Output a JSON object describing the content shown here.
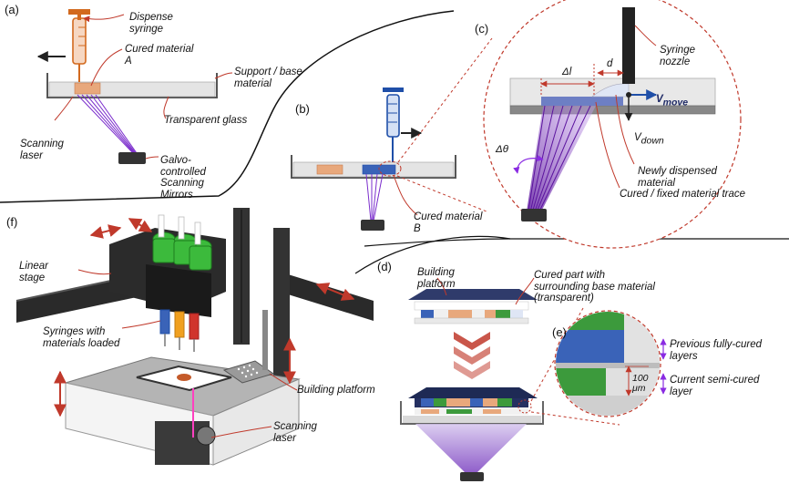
{
  "panels": {
    "a": "(a)",
    "b": "(b)",
    "c": "(c)",
    "d": "(d)",
    "e": "(e)",
    "f": "(f)"
  },
  "panel_a": {
    "dispense_syringe": "Dispense\nsyringe",
    "cured_material_a": "Cured material\nA",
    "support_base": "Support / base\nmaterial",
    "transparent_glass": "Transparent glass",
    "scanning_laser": "Scanning\nlaser",
    "galvo": "Galvo-\ncontrolled\nScanning\nMirrors"
  },
  "panel_b": {
    "cured_material_b": "Cured material\nB"
  },
  "panel_c": {
    "syringe_nozzle": "Syringe\nnozzle",
    "delta_l": "Δl",
    "d": "d",
    "v_move": "V",
    "v_move_sub": "move",
    "v_down": "V",
    "v_down_sub": "down",
    "delta_theta": "Δθ",
    "newly_dispensed": "Newly dispensed\nmaterial",
    "cured_trace": "Cured / fixed material trace"
  },
  "panel_d": {
    "building_platform": "Building\nplatform",
    "cured_part": "Cured part with\nsurrounding base material\n(transparent)"
  },
  "panel_e": {
    "previous_layers": "Previous fully-cured\nlayers",
    "current_layer": "Current semi-cured\nlayer",
    "thickness": "100\nμm"
  },
  "panel_f": {
    "linear_stage": "Linear\nstage",
    "syringes_loaded": "Syringes with\nmaterials loaded",
    "building_platform": "Building platform",
    "scanning_laser": "Scanning\nlaser"
  },
  "colors": {
    "annotation_line": "#c0392b",
    "laser": "#8a2be2",
    "cured_a": "#e8a87c",
    "cured_b": "#3a63b8",
    "syringe_a": "#d2691e",
    "syringe_b": "#1f4fa8",
    "green_layer": "#3c9a3c",
    "dark_navy": "#1e2a55"
  }
}
